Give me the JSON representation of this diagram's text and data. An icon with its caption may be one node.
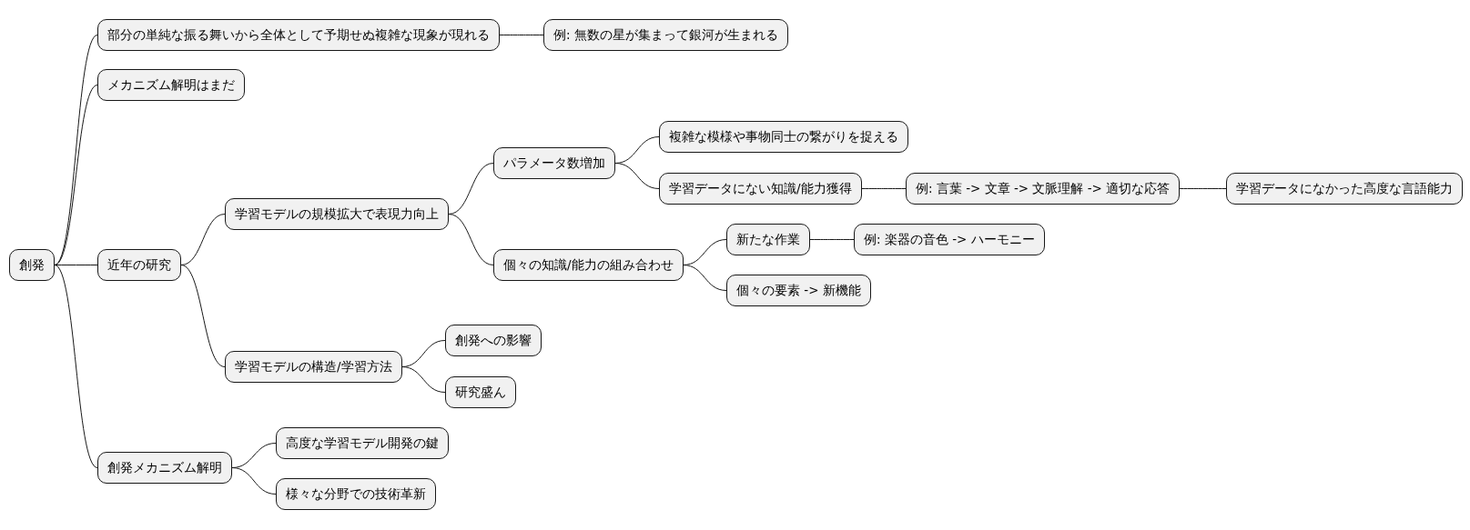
{
  "diagram": {
    "nodes": [
      {
        "text": [
          "創発"
        ]
      },
      {
        "text": [
          "部分の単純な振る舞いから全体として予期せぬ複雑な現象が現れる"
        ]
      },
      {
        "text": [
          "例: 無数の星が集まって銀河が生まれる"
        ]
      },
      {
        "text": [
          "メカニズム解明はまだ"
        ]
      },
      {
        "text": [
          "近年の研究"
        ]
      },
      {
        "text": [
          "学習モデルの規模拡大で表現力向上"
        ]
      },
      {
        "text": [
          "パラメータ数増加"
        ]
      },
      {
        "text": [
          "複雑な模様や事物同士の繋がりを捉える"
        ]
      },
      {
        "text": [
          "学習データにない知識/能力獲得"
        ]
      },
      {
        "text": [
          "例: 言葉 -> 文章 -> 文脈理解 -> 適切な応答"
        ]
      },
      {
        "text": [
          "学習データになかった高度な言語能力"
        ]
      },
      {
        "text": [
          "個々の知識/能力の組み合わせ"
        ]
      },
      {
        "text": [
          "新たな作業"
        ]
      },
      {
        "text": [
          "例: 楽器の音色 -> ハーモニー"
        ]
      },
      {
        "text": [
          "個々の要素 -> 新機能"
        ]
      },
      {
        "text": [
          "学習モデルの構造/学習方法"
        ]
      },
      {
        "text": [
          "創発への影響"
        ]
      },
      {
        "text": [
          "研究盛ん"
        ]
      },
      {
        "text": [
          "創発メカニズム解明"
        ]
      },
      {
        "text": [
          "高度な学習モデル開発の鍵"
        ]
      },
      {
        "text": [
          "様々な分野での技術革新"
        ]
      }
    ],
    "edges": [
      {
        "from": 0,
        "to": 1,
        "arrow": "none"
      },
      {
        "from": 1,
        "to": 2,
        "arrow": "none"
      },
      {
        "from": 0,
        "to": 3,
        "arrow": "none"
      },
      {
        "from": 0,
        "to": 4,
        "arrow": "none"
      },
      {
        "from": 4,
        "to": 5,
        "arrow": "none"
      },
      {
        "from": 5,
        "to": 6,
        "arrow": "none"
      },
      {
        "from": 6,
        "to": 7,
        "arrow": "none"
      },
      {
        "from": 6,
        "to": 8,
        "arrow": "none"
      },
      {
        "from": 8,
        "to": 9,
        "arrow": "none"
      },
      {
        "from": 9,
        "to": 10,
        "arrow": "none"
      },
      {
        "from": 5,
        "to": 11,
        "arrow": "none"
      },
      {
        "from": 11,
        "to": 12,
        "arrow": "none"
      },
      {
        "from": 12,
        "to": 13,
        "arrow": "none"
      },
      {
        "from": 11,
        "to": 14,
        "arrow": "none"
      },
      {
        "from": 4,
        "to": 15,
        "arrow": "none"
      },
      {
        "from": 15,
        "to": 16,
        "arrow": "none"
      },
      {
        "from": 15,
        "to": 17,
        "arrow": "none"
      },
      {
        "from": 0,
        "to": 18,
        "arrow": "none"
      },
      {
        "from": 18,
        "to": 19,
        "arrow": "none"
      },
      {
        "from": 18,
        "to": 20,
        "arrow": "none"
      }
    ]
  }
}
